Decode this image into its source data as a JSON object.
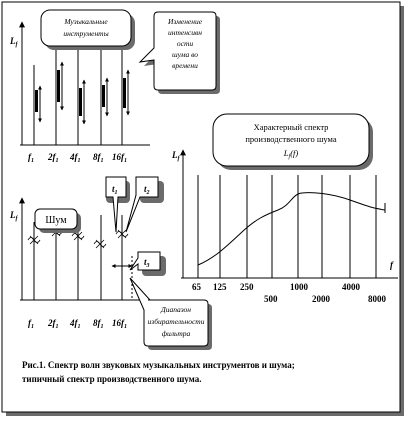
{
  "axis_label": "L",
  "axis_sub": "f",
  "panel_top": {
    "callout_1": [
      "Музыкальные",
      "инструменты"
    ],
    "callout_2": [
      "Изменение",
      "интенсивн",
      "ости",
      "шума во",
      "времени"
    ],
    "ticks": [
      {
        "main": "f",
        "sub": "1",
        "pre": ""
      },
      {
        "main": "f",
        "sub": "1",
        "pre": "2"
      },
      {
        "main": "f",
        "sub": "1",
        "pre": "4"
      },
      {
        "main": "f",
        "sub": "1",
        "pre": "8"
      },
      {
        "main": "f",
        "sub": "1",
        "pre": "16"
      }
    ]
  },
  "panel_bottom": {
    "noise_label": "Шум",
    "t1": "t",
    "t1_sub": "1",
    "t2": "t",
    "t2_sub": "2",
    "t3": "t",
    "t3_sub": "3",
    "callout_range": [
      "Диапазон",
      "избирательности",
      "фильтра"
    ],
    "ticks": [
      {
        "main": "f",
        "sub": "1",
        "pre": ""
      },
      {
        "main": "f",
        "sub": "1",
        "pre": "2"
      },
      {
        "main": "f",
        "sub": "1",
        "pre": "4"
      },
      {
        "main": "f",
        "sub": "1",
        "pre": "8"
      },
      {
        "main": "f",
        "sub": "1",
        "pre": "16"
      }
    ]
  },
  "panel_spectrum": {
    "title": [
      "Характерный спектр",
      "производственного шума"
    ],
    "title_formula": "L",
    "title_formula_sub": "f",
    "title_formula_arg": "(f)",
    "axis_x": "f",
    "freq_labels_row1": [
      "65",
      "125",
      "250",
      "1000",
      "4000"
    ],
    "freq_labels_row2": [
      "500",
      "2000",
      "8000"
    ]
  },
  "caption": [
    "Рис.1. Спектр волн звуковых музыкальных инструментов и шума;",
    "типичный спектр производственного шума."
  ]
}
